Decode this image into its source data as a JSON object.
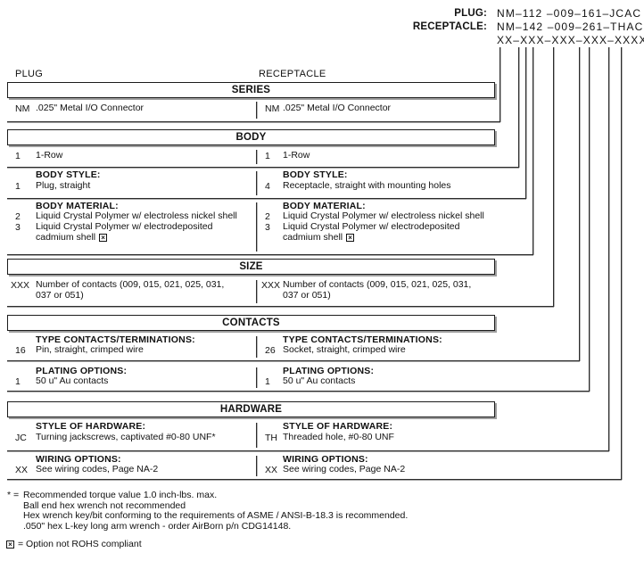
{
  "part_number_block": {
    "rows": [
      {
        "label": "PLUG:",
        "value": "NM–112 –009–161–JCAC"
      },
      {
        "label": "RECEPTACLE:",
        "value": "NM–142 –009–261–THAC"
      },
      {
        "label": "",
        "value": "XX–XXX–XXX–XXX–XXXX"
      }
    ]
  },
  "column_labels": {
    "left": "PLUG",
    "right": "RECEPTACLE"
  },
  "icons": {
    "not_rohs_x": "×"
  },
  "sections": {
    "series": {
      "title": "SERIES",
      "row": {
        "left_code": "NM",
        "left_desc": ".025\" Metal I/O Connector",
        "right_code": "NM",
        "right_desc": ".025\" Metal I/O Connector"
      }
    },
    "body": {
      "title": "BODY",
      "row1": {
        "left_code": "1",
        "left_desc": "1-Row",
        "right_code": "1",
        "right_desc": "1-Row"
      },
      "style": {
        "header": "BODY STYLE:",
        "left_code": "1",
        "left_desc": "Plug, straight",
        "right_code": "4",
        "right_desc": "Receptacle, straight with mounting holes"
      },
      "material": {
        "header": "BODY MATERIAL:",
        "left_items": [
          {
            "code": "2",
            "desc": "Liquid Crystal Polymer w/ electroless nickel shell"
          },
          {
            "code": "3",
            "desc": "Liquid Crystal Polymer w/ electrodeposited cadmium shell"
          }
        ],
        "right_items": [
          {
            "code": "2",
            "desc": "Liquid Crystal Polymer w/ electroless nickel shell"
          },
          {
            "code": "3",
            "desc": "Liquid Crystal Polymer w/ electrodeposited cadmium shell"
          }
        ]
      }
    },
    "size": {
      "title": "SIZE",
      "row": {
        "left_code": "XXX",
        "left_desc": "Number of contacts (009, 015, 021, 025, 031, 037 or 051)",
        "right_code": "XXX",
        "right_desc": "Number of contacts (009, 015, 021, 025, 031, 037 or 051)"
      }
    },
    "contacts": {
      "title": "CONTACTS",
      "type": {
        "header": "TYPE CONTACTS/TERMINATIONS:",
        "left_code": "16",
        "left_desc": "Pin, straight, crimped wire",
        "right_code": "26",
        "right_desc": "Socket, straight, crimped wire"
      },
      "plating": {
        "header": "PLATING OPTIONS:",
        "left_code": "1",
        "left_desc": "50 u\" Au contacts",
        "right_code": "1",
        "right_desc": "50 u\" Au contacts"
      }
    },
    "hardware": {
      "title": "HARDWARE",
      "style": {
        "header": "STYLE OF HARDWARE:",
        "left_code": "JC",
        "left_desc": "Turning jackscrews, captivated #0-80 UNF*",
        "right_code": "TH",
        "right_desc": "Threaded hole, #0-80 UNF"
      },
      "wiring": {
        "header": "WIRING OPTIONS:",
        "left_code": "XX",
        "left_desc": "See wiring codes, Page NA-2",
        "right_code": "XX",
        "right_desc": "See wiring codes, Page NA-2"
      }
    }
  },
  "footnotes": {
    "asterisk_prefix": "* =",
    "asterisk_lines": [
      "Recommended torque value 1.0 inch-lbs. max.",
      "Ball end hex wrench not recommended",
      "Hex wrench key/bit conforming to the requirements of ASME / ANSI-B-18.3 is recommended.",
      ".050\" hex L-key long arm wrench - order AirBorn p/n CDG14148."
    ],
    "rohs_text": "= Option not ROHS compliant"
  }
}
